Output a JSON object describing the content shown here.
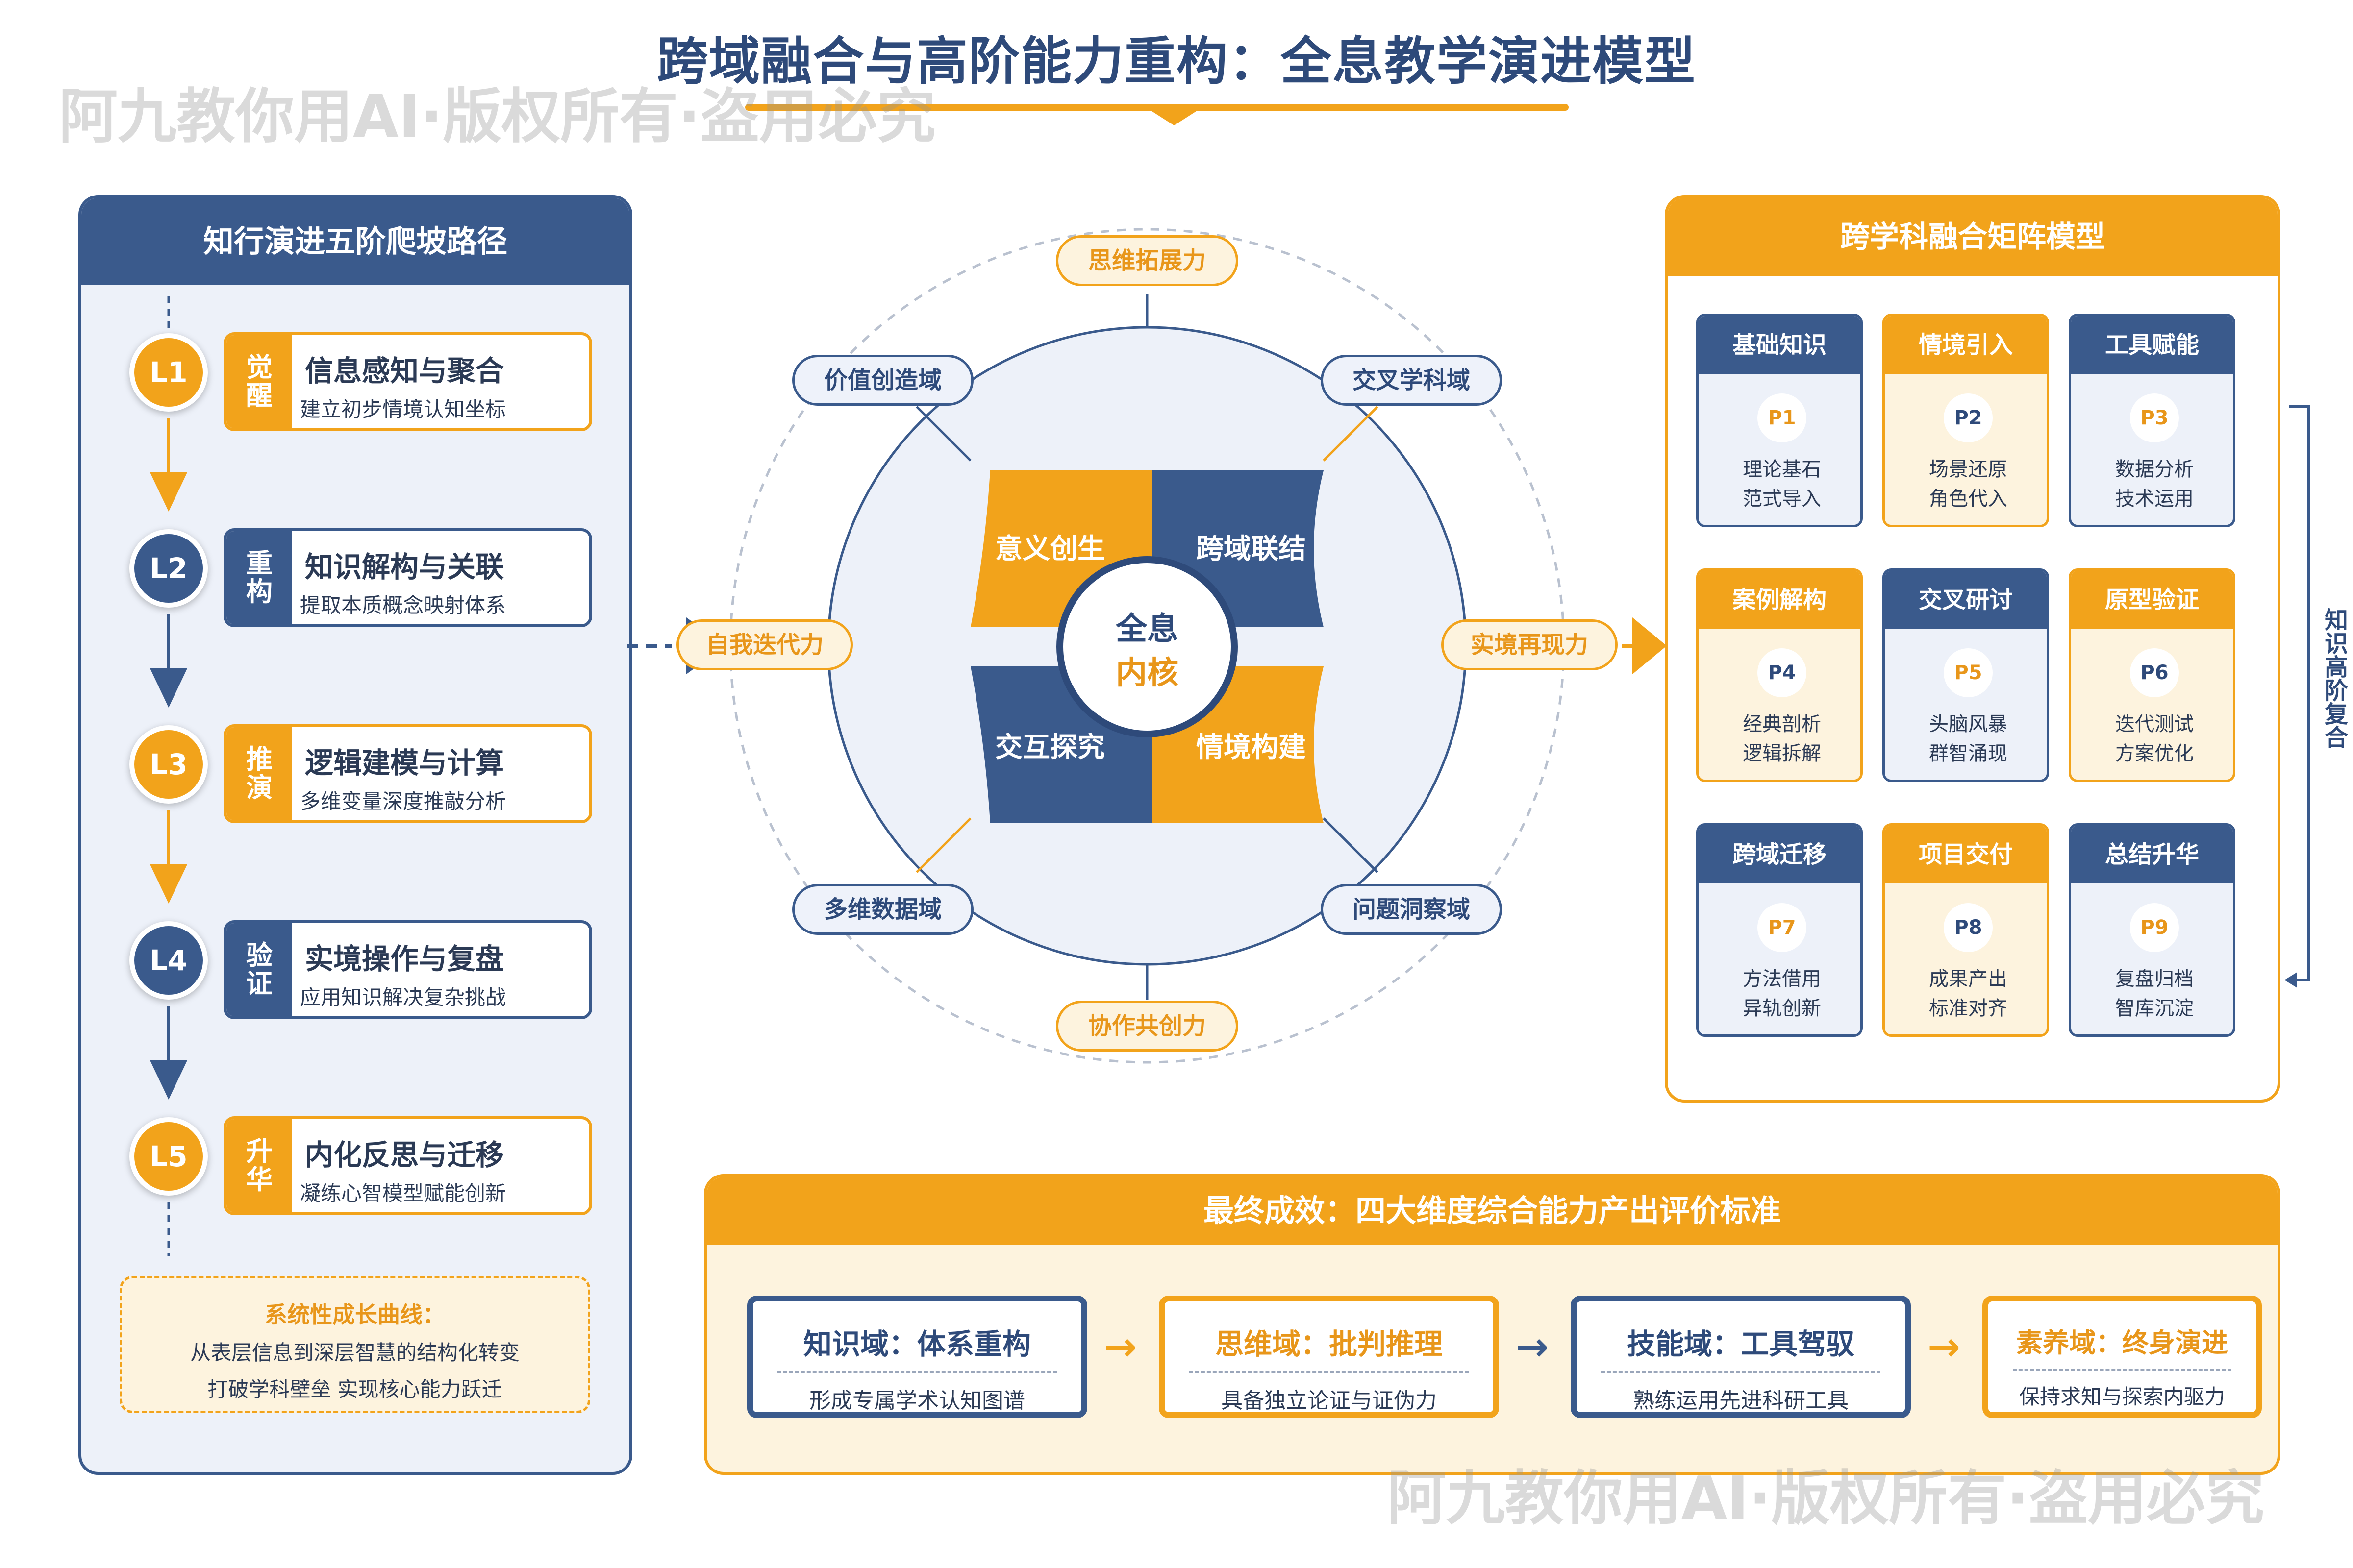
{
  "title": "跨域融合与高阶能力重构：全息教学演进模型",
  "watermark": "阿九教你用AI·版权所有·盗用必究",
  "colors": {
    "navy": "#3a5a8c",
    "orange": "#f2a31b",
    "pale_blue": "#edf1f9",
    "pale_orange": "#fdf3de"
  },
  "left": {
    "header": "知行演进五阶爬坡路径",
    "levels": [
      {
        "code": "L1",
        "tag1": "觉",
        "tag2": "醒",
        "title": "信息感知与聚合",
        "subtitle": "建立初步情境认知坐标"
      },
      {
        "code": "L2",
        "tag1": "重",
        "tag2": "构",
        "title": "知识解构与关联",
        "subtitle": "提取本质概念映射体系"
      },
      {
        "code": "L3",
        "tag1": "推",
        "tag2": "演",
        "title": "逻辑建模与计算",
        "subtitle": "多维变量深度推敲分析"
      },
      {
        "code": "L4",
        "tag1": "验",
        "tag2": "证",
        "title": "实境操作与复盘",
        "subtitle": "应用知识解决复杂挑战"
      },
      {
        "code": "L5",
        "tag1": "升",
        "tag2": "华",
        "title": "内化反思与迁移",
        "subtitle": "凝练心智模型赋能创新"
      }
    ],
    "growth": {
      "title": "系统性成长曲线：",
      "line1": "从表层信息到深层智慧的结构化转变",
      "line2": "打破学科壁垒 实现核心能力跃迁"
    }
  },
  "center": {
    "core_line1": "全息",
    "core_line2": "内核",
    "quadrants": {
      "top_left": "意义创生",
      "top_right": "跨域联结",
      "bottom_left": "交互探究",
      "bottom_right": "情境构建"
    },
    "domains": {
      "top_left": "价值创造域",
      "top_right": "交叉学科域",
      "bottom_left": "多维数据域",
      "bottom_right": "问题洞察域"
    },
    "powers": {
      "top": "思维拓展力",
      "bottom": "协作共创力",
      "left": "自我迭代力",
      "right": "实境再现力"
    }
  },
  "right": {
    "header": "跨学科融合矩阵模型",
    "side_text": "知识高阶复合",
    "cells": [
      {
        "head": "基础知识",
        "code": "P1",
        "line1": "理论基石",
        "line2": "范式导入",
        "scheme": "navy"
      },
      {
        "head": "情境引入",
        "code": "P2",
        "line1": "场景还原",
        "line2": "角色代入",
        "scheme": "orange"
      },
      {
        "head": "工具赋能",
        "code": "P3",
        "line1": "数据分析",
        "line2": "技术运用",
        "scheme": "navy"
      },
      {
        "head": "案例解构",
        "code": "P4",
        "line1": "经典剖析",
        "line2": "逻辑拆解",
        "scheme": "orange"
      },
      {
        "head": "交叉研讨",
        "code": "P5",
        "line1": "头脑风暴",
        "line2": "群智涌现",
        "scheme": "navy"
      },
      {
        "head": "原型验证",
        "code": "P6",
        "line1": "迭代测试",
        "line2": "方案优化",
        "scheme": "orange"
      },
      {
        "head": "跨域迁移",
        "code": "P7",
        "line1": "方法借用",
        "line2": "异轨创新",
        "scheme": "navy"
      },
      {
        "head": "项目交付",
        "code": "P8",
        "line1": "成果产出",
        "line2": "标准对齐",
        "scheme": "orange"
      },
      {
        "head": "总结升华",
        "code": "P9",
        "line1": "复盘归档",
        "line2": "智库沉淀",
        "scheme": "navy"
      }
    ]
  },
  "bottom": {
    "header": "最终成效：四大维度综合能力产出评价标准",
    "outcomes": [
      {
        "title": "知识域：体系重构",
        "subtitle": "形成专属学术认知图谱",
        "scheme": "navy"
      },
      {
        "title": "思维域：批判推理",
        "subtitle": "具备独立论证与证伪力",
        "scheme": "orange"
      },
      {
        "title": "技能域：工具驾驭",
        "subtitle": "熟练运用先进科研工具",
        "scheme": "navy"
      },
      {
        "title": "素养域：终身演进",
        "subtitle": "保持求知与探索内驱力",
        "scheme": "orange"
      }
    ],
    "arrow": "→"
  }
}
